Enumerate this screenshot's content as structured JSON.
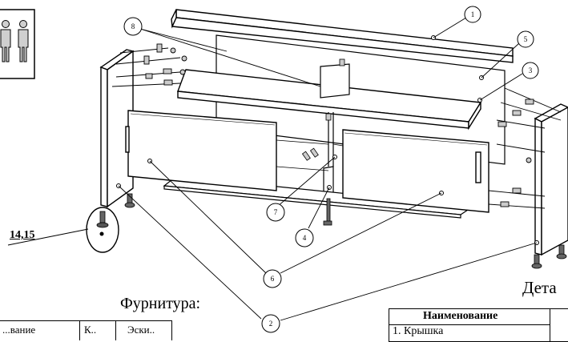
{
  "callouts": [
    {
      "number": "1"
    },
    {
      "number": "2"
    },
    {
      "number": "3"
    },
    {
      "number": "4"
    },
    {
      "number": "5"
    },
    {
      "number": "6"
    },
    {
      "number": "7"
    },
    {
      "number": "8"
    }
  ],
  "hardware_callout_label": "14,15",
  "fittings": {
    "title": "Фурнитура:",
    "columns": [
      "...вание",
      "К..",
      "Эски.."
    ]
  },
  "parts": {
    "title": "Дета",
    "header": "Наименование",
    "rows": [
      "1. Крышка"
    ]
  },
  "icon": {
    "name": "two-person-assembly-icon"
  }
}
